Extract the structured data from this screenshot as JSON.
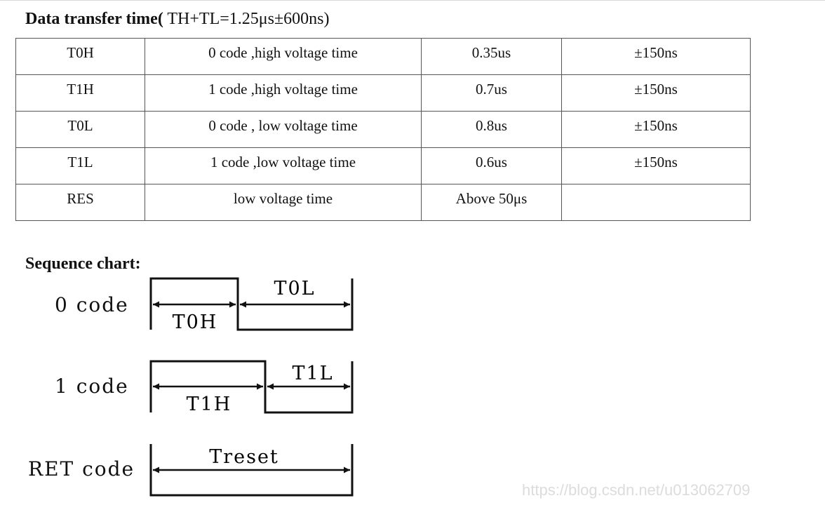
{
  "header": {
    "title_bold": "Data transfer time(",
    "title_rest": " TH+TL=1.25μs±600ns)"
  },
  "table": {
    "rows": [
      [
        "T0H",
        "0 code ,high voltage time",
        "0.35us",
        "±150ns"
      ],
      [
        "T1H",
        "1 code ,high voltage time",
        "0.7us",
        "±150ns"
      ],
      [
        "T0L",
        "0 code , low voltage time",
        "0.8us",
        "±150ns"
      ],
      [
        "T1L",
        "1 code ,low voltage time",
        "0.6us",
        "±150ns"
      ],
      [
        "RES",
        "low voltage time",
        "Above 50μs",
        ""
      ]
    ]
  },
  "sequence": {
    "title": "Sequence chart:",
    "codes": [
      {
        "label": "0 code",
        "high_label": "T0H",
        "low_label": "T0L"
      },
      {
        "label": "1 code",
        "high_label": "T1H",
        "low_label": "T1L"
      },
      {
        "label": "RET code",
        "reset_label": "Treset"
      }
    ]
  },
  "watermark": "https://blog.csdn.net/u013062709"
}
